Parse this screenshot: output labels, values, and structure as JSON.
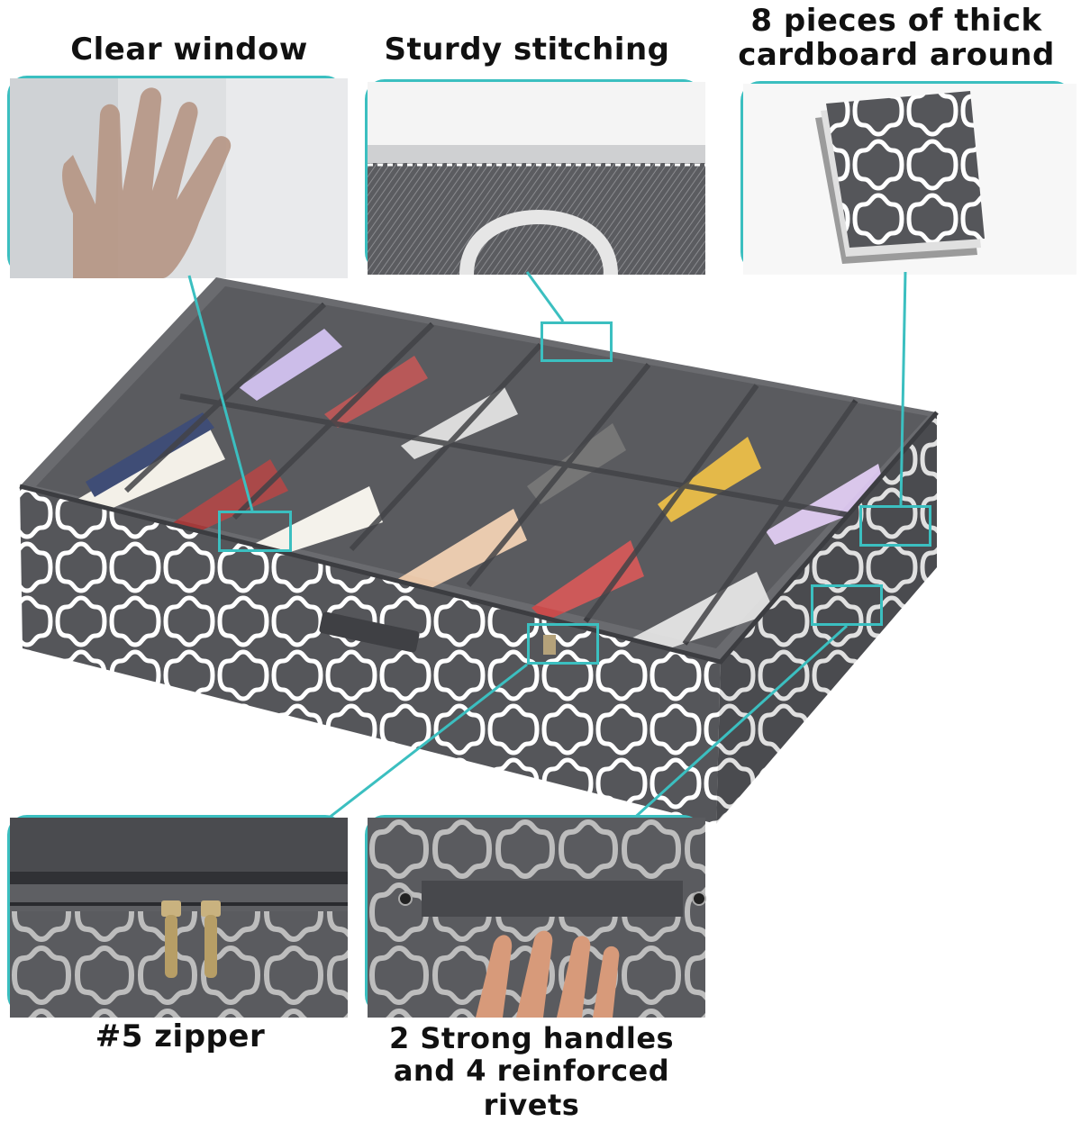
{
  "callouts": {
    "clear_window": "Clear window",
    "sturdy_stitching": "Sturdy stitching",
    "cardboard_line1": "8 pieces of thick",
    "cardboard_line2": "cardboard around",
    "zipper": "#5 zipper",
    "handles_line1": "2 Strong handles",
    "handles_line2": "and 4 reinforced rivets"
  },
  "colors": {
    "accent": "#3bbfc0",
    "fabric": "#55565a",
    "pattern": "#ffffff"
  }
}
